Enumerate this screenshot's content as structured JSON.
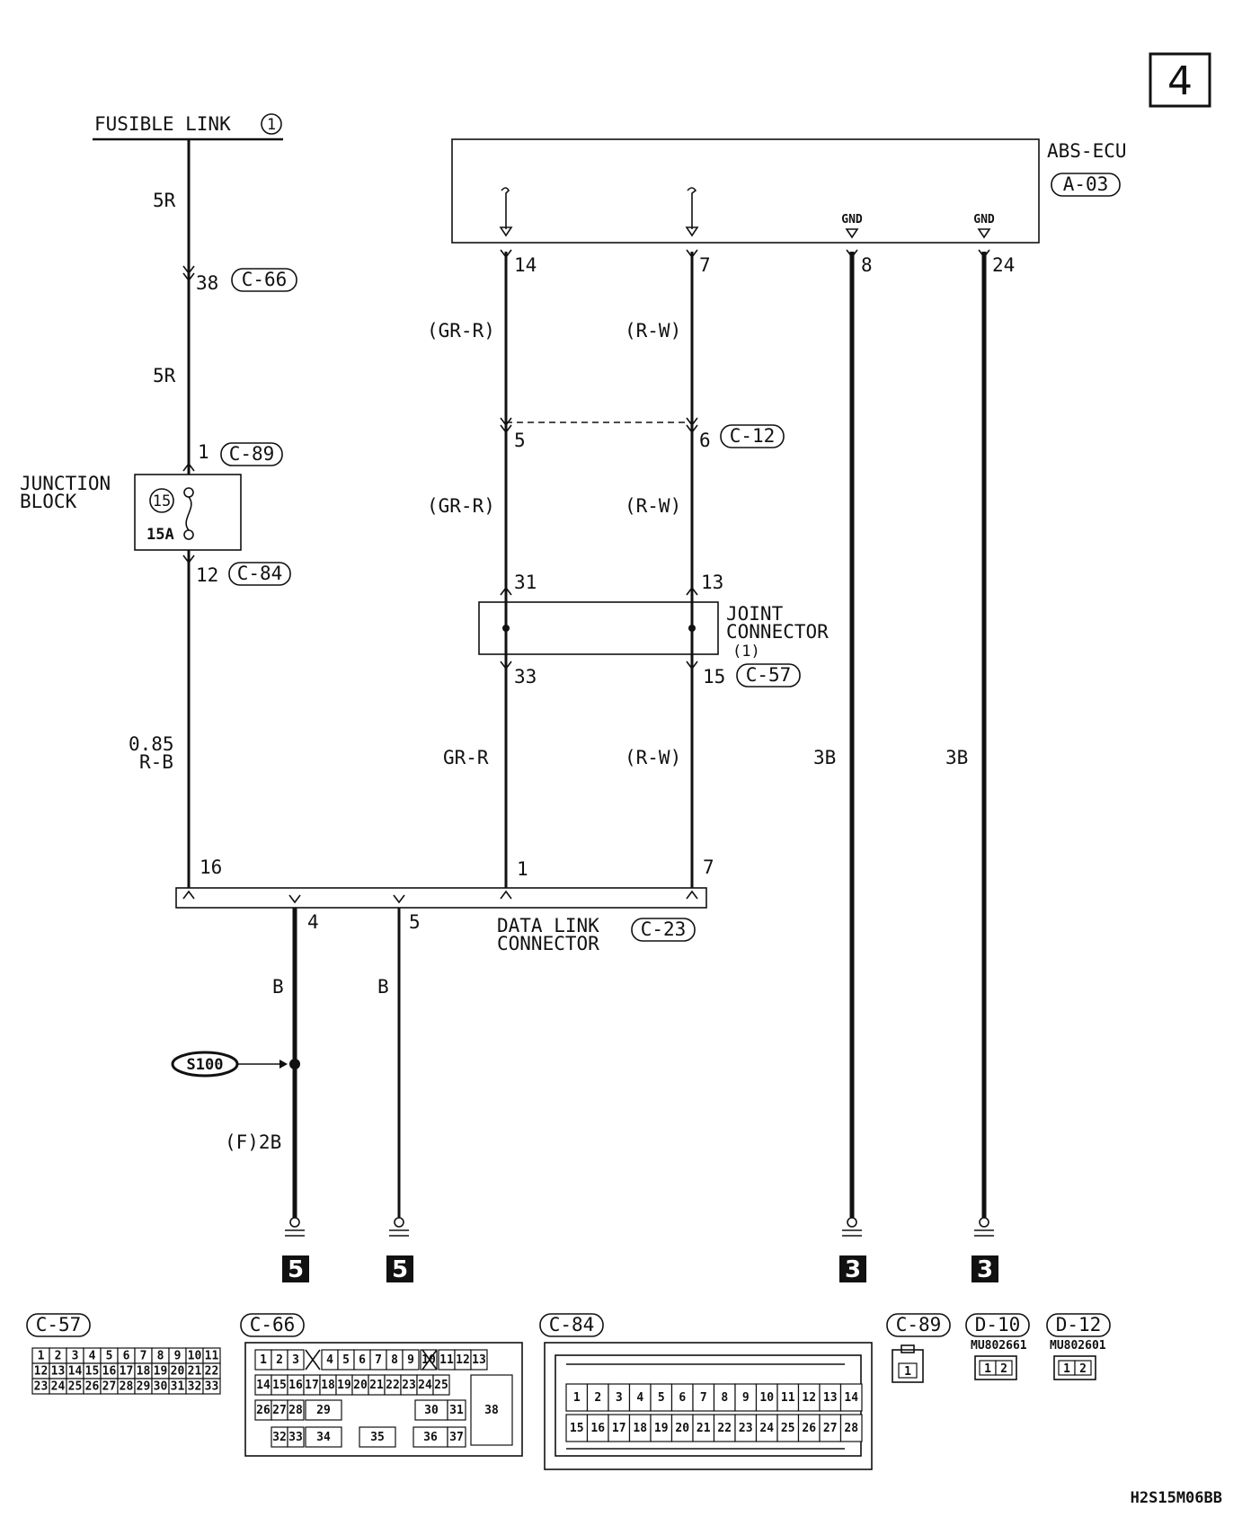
{
  "page_number": "4",
  "drawing_code": "H2S15M06BB",
  "fusible_link": {
    "label": "FUSIBLE LINK",
    "number": "1"
  },
  "abs_ecu": {
    "label": "ABS-ECU",
    "connector": "A-03",
    "gnd_a": "GND",
    "gnd_b": "GND"
  },
  "pins": {
    "p38": "38",
    "p1": "1",
    "p12": "12",
    "p14": "14",
    "p7a": "7",
    "p8": "8",
    "p24": "24",
    "p5a": "5",
    "p6": "6",
    "p31": "31",
    "p13": "13",
    "p33": "33",
    "p15": "15",
    "p16": "16",
    "p1b": "1",
    "p7b": "7",
    "p4": "4",
    "p5b": "5"
  },
  "connectors": {
    "c66": "C-66",
    "c89": "C-89",
    "c84": "C-84",
    "c12": "C-12",
    "c57": "C-57",
    "c23": "C-23",
    "d10": "D-10",
    "d12": "D-12"
  },
  "wires": {
    "w5r_top": "5R",
    "w5r_mid": "5R",
    "w085": "0.85",
    "wrb": "R-B",
    "wgrr1": "(GR-R)",
    "wrw1": "(R-W)",
    "wgrr2": "(GR-R)",
    "wrw2": "(R-W)",
    "wgrr3": "GR-R",
    "wrw3": "(R-W)",
    "w3b_a": "3B",
    "w3b_b": "3B",
    "wb_a": "B",
    "wb_b": "B",
    "wf2b": "(F)2B"
  },
  "junction_block": {
    "line1": "JUNCTION",
    "line2": "BLOCK",
    "fuse_no": "15",
    "fuse_rating": "15A"
  },
  "joint_connector": {
    "line1": "JOINT",
    "line2": "CONNECTOR",
    "line3": "(1)"
  },
  "data_link": {
    "line1": "DATA LINK",
    "line2": "CONNECTOR"
  },
  "splice": "S100",
  "grounds": {
    "g1": "5",
    "g2": "5",
    "g3": "3",
    "g4": "3"
  },
  "part_numbers": {
    "d10": "MU802661",
    "d12": "MU802601"
  },
  "c57_cells": {
    "row1": [
      "1",
      "2",
      "3",
      "4",
      "5",
      "6",
      "7",
      "8",
      "9",
      "10",
      "11"
    ],
    "row2": [
      "12",
      "13",
      "14",
      "15",
      "16",
      "17",
      "18",
      "19",
      "20",
      "21",
      "22"
    ],
    "row3": [
      "23",
      "24",
      "25",
      "26",
      "27",
      "28",
      "29",
      "30",
      "31",
      "32",
      "33"
    ]
  },
  "c66_cells": [
    "1",
    "2",
    "3",
    "4",
    "5",
    "6",
    "7",
    "8",
    "9",
    "10",
    "11",
    "12",
    "13",
    "14",
    "15",
    "16",
    "17",
    "18",
    "19",
    "20",
    "21",
    "22",
    "23",
    "24",
    "25",
    "26",
    "27",
    "28",
    "29",
    "30",
    "31",
    "32",
    "33",
    "34",
    "35",
    "36",
    "37",
    "38"
  ],
  "c84_cells": {
    "row1": [
      "1",
      "2",
      "3",
      "4",
      "5",
      "6",
      "7",
      "8",
      "9",
      "10",
      "11",
      "12",
      "13",
      "14"
    ],
    "row2": [
      "15",
      "16",
      "17",
      "18",
      "19",
      "20",
      "21",
      "22",
      "23",
      "24",
      "25",
      "26",
      "27",
      "28"
    ]
  },
  "c89_cells": [
    "1"
  ],
  "d10_cells": [
    "1",
    "2"
  ],
  "d12_cells": [
    "1",
    "2"
  ]
}
